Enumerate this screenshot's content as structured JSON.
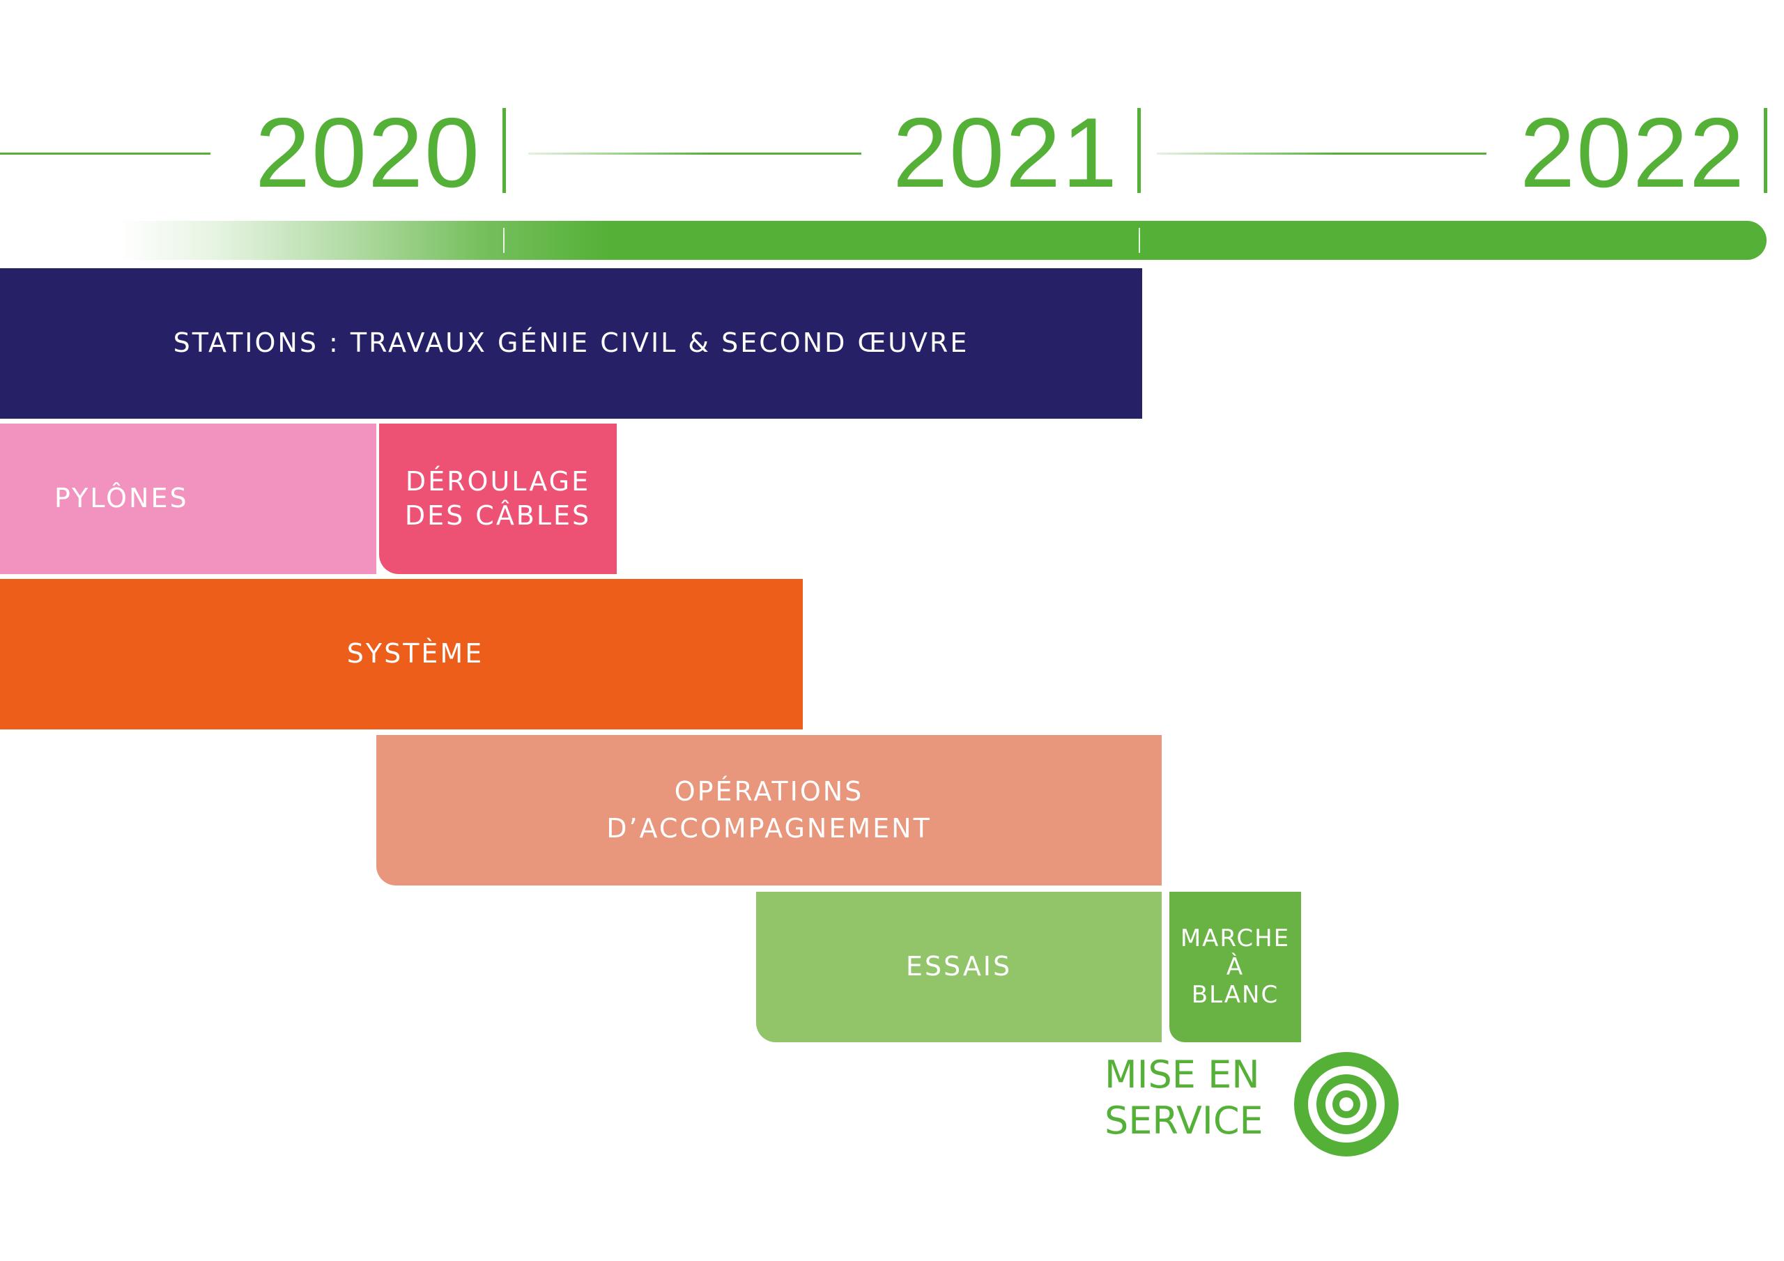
{
  "colors": {
    "green": "#54b036",
    "navy": "#262067",
    "pink": "#f293bf",
    "rose": "#ed5274",
    "orange": "#ee5e1b",
    "salmon": "#e8967c",
    "light_green": "#92c46a",
    "mid_green": "#68b343"
  },
  "timeline": {
    "years": [
      "2020",
      "2021",
      "2022"
    ]
  },
  "tasks": [
    {
      "label": "STATIONS : TRAVAUX GÉNIE CIVIL & SECOND ŒUVRE"
    },
    {
      "label": "PYLÔNES"
    },
    {
      "label": "DÉROULAGE\nDES CÂBLES"
    },
    {
      "label": "SYSTÈME"
    },
    {
      "label": "OPÉRATIONS\nD’ACCOMPAGNEMENT"
    },
    {
      "label": "ESSAIS"
    },
    {
      "label": "MARCHE\nÀ\nBLANC"
    }
  ],
  "milestone": {
    "label": "MISE EN\nSERVICE",
    "icon": "target-icon"
  }
}
